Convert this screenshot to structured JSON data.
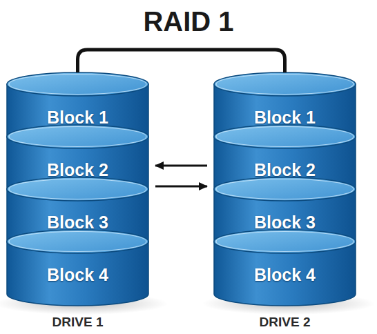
{
  "diagram": {
    "title": "RAID 1",
    "nodes": [
      {
        "text": [
          "DRIVE 1"
        ]
      },
      {
        "text": [
          "Block 1"
        ],
        "in": 0
      },
      {
        "text": [
          "Block 2"
        ],
        "in": 0
      },
      {
        "text": [
          "Block 3"
        ],
        "in": 0
      },
      {
        "text": [
          "Block 4"
        ],
        "in": 0
      },
      {
        "text": [
          "DRIVE 2"
        ]
      },
      {
        "text": [
          "Block 1"
        ],
        "in": 5
      },
      {
        "text": [
          "Block 2"
        ],
        "in": 5
      },
      {
        "text": [
          "Block 3"
        ],
        "in": 5
      },
      {
        "text": [
          "Block 4"
        ],
        "in": 5
      }
    ],
    "edges": [
      {
        "from": 0,
        "to": 5,
        "arrow": "none"
      },
      {
        "from": 5,
        "to": 0,
        "arrow": "to"
      },
      {
        "from": 0,
        "to": 5,
        "arrow": "to"
      }
    ]
  }
}
